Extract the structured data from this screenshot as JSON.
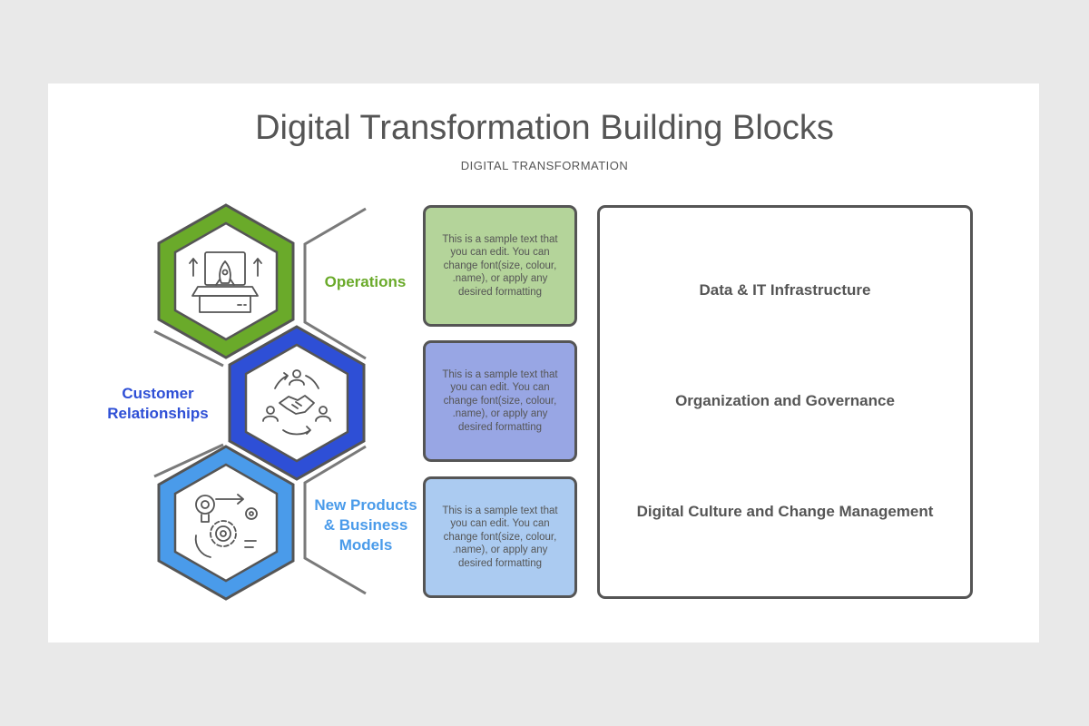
{
  "header": {
    "title": "Digital Transformation Building Blocks",
    "subtitle": "DIGITAL TRANSFORMATION"
  },
  "blocks": [
    {
      "label": "Operations",
      "color": "#6aaa2a",
      "icon": "rocket-box-icon",
      "text": "This is a sample text that you can edit. You can change font(size, colour, .name), or apply any desired formatting",
      "box_color": "#b4d49a"
    },
    {
      "label": "Customer Relationships",
      "color": "#2e4fd6",
      "icon": "handshake-people-icon",
      "text": "This is a sample text that you can edit. You can change font(size, colour, .name), or apply any desired formatting",
      "box_color": "#98a6e4"
    },
    {
      "label": "New Products & Business Models",
      "color": "#4a9bea",
      "icon": "idea-gear-icon",
      "text": "This is a sample text that you can edit. You can change font(size, colour, .name), or apply any desired formatting",
      "box_color": "#abcbf1"
    }
  ],
  "panel": {
    "items": [
      "Data & IT Infrastructure",
      "Organization and Governance",
      "Digital Culture and Change Management"
    ]
  }
}
